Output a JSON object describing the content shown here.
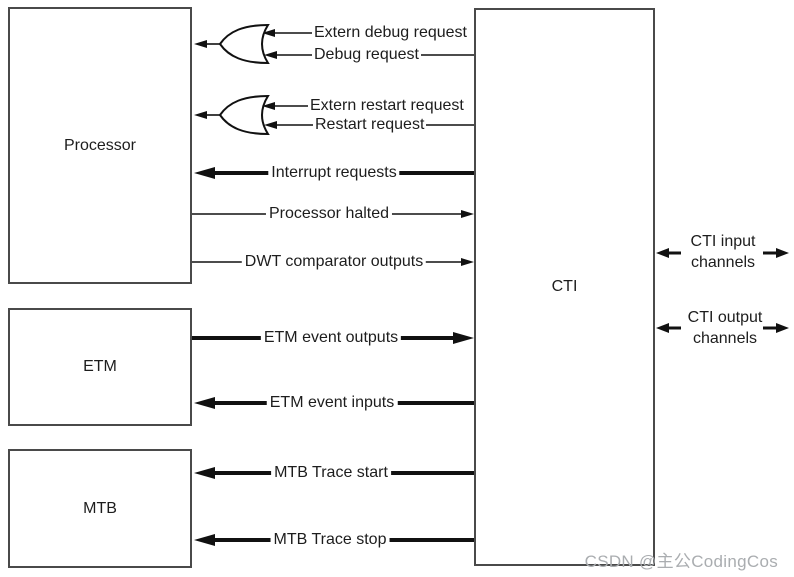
{
  "diagram": {
    "blocks": {
      "processor": "Processor",
      "etm": "ETM",
      "mtb": "MTB",
      "cti": "CTI"
    },
    "signals": {
      "extern_debug": "Extern debug request",
      "debug": "Debug request",
      "extern_restart": "Extern restart request",
      "restart": "Restart request",
      "interrupt": "Interrupt requests",
      "halted": "Processor halted",
      "dwt": "DWT comparator outputs",
      "etm_out": "ETM event outputs",
      "etm_in": "ETM event inputs",
      "mtb_start": "MTB Trace start",
      "mtb_stop": "MTB Trace stop"
    },
    "channels": {
      "input": {
        "line1": "CTI input",
        "line2": "channels"
      },
      "output": {
        "line1": "CTI output",
        "line2": "channels"
      }
    },
    "watermark": "CSDN @主公CodingCos",
    "colors": {
      "line": "#111111",
      "box_border": "#4a4a4a",
      "watermark": "#aaadb0",
      "background": "#ffffff"
    }
  }
}
